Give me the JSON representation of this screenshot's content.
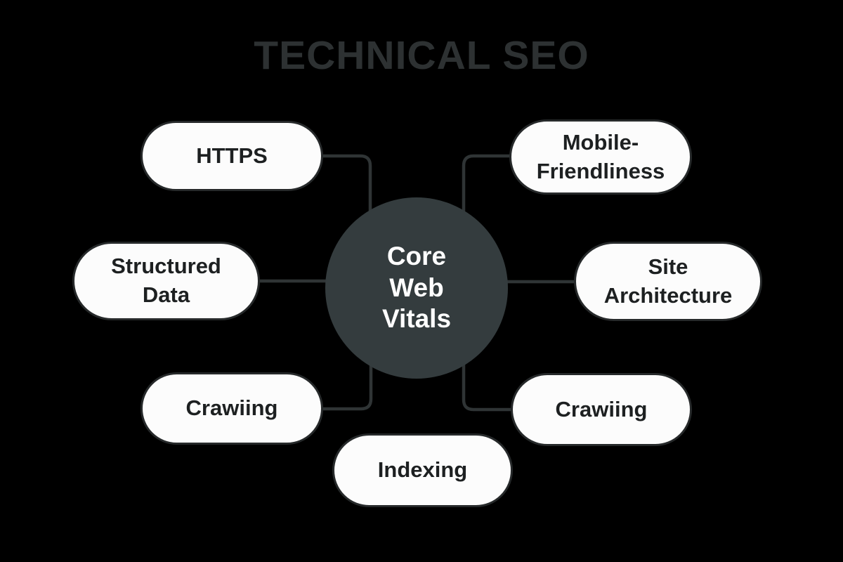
{
  "title": "TECHNICAL SEO",
  "center_node": {
    "label": "Core\nWeb\nVitals"
  },
  "nodes": [
    {
      "id": "https",
      "label": "HTTPS"
    },
    {
      "id": "mobile-friendliness",
      "label": "Mobile-\nFriendliness"
    },
    {
      "id": "structured-data",
      "label": "Structured\nData"
    },
    {
      "id": "site-architecture",
      "label": "Site\nArchitecture"
    },
    {
      "id": "crawling-left",
      "label": "Crawiing"
    },
    {
      "id": "crawling-right",
      "label": "Crawiing"
    },
    {
      "id": "indexing",
      "label": "Indexing"
    }
  ],
  "colors": {
    "background": "#000000",
    "title_text": "#2d3132",
    "node_fill": "#fcfcfc",
    "node_border": "#26292a",
    "node_text": "#1d2021",
    "center_fill": "#343c3e",
    "center_text": "#ffffff",
    "connector": "#2f3435"
  }
}
